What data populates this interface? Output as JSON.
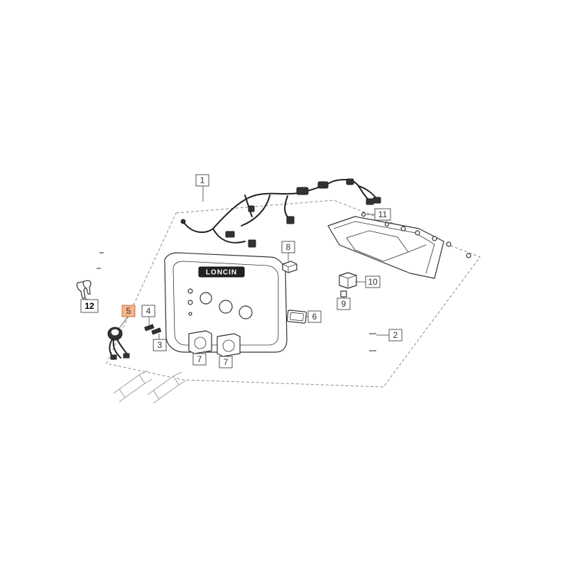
{
  "diagram": {
    "callouts": [
      {
        "id": "c1",
        "label": "1"
      },
      {
        "id": "c2",
        "label": "2"
      },
      {
        "id": "c3",
        "label": "3"
      },
      {
        "id": "c4",
        "label": "4"
      },
      {
        "id": "c5",
        "label": "5",
        "highlighted": true
      },
      {
        "id": "c6",
        "label": "6"
      },
      {
        "id": "c7a",
        "label": "7"
      },
      {
        "id": "c7b",
        "label": "7"
      },
      {
        "id": "c8",
        "label": "8"
      },
      {
        "id": "c9",
        "label": "9"
      },
      {
        "id": "c10",
        "label": "10"
      },
      {
        "id": "c11",
        "label": "11"
      },
      {
        "id": "c12",
        "label": "12"
      }
    ],
    "panel_badge_text": "LONCIN",
    "colors": {
      "highlight_fill": "#f7b38a",
      "line": "#333333",
      "background": "#ffffff"
    }
  }
}
